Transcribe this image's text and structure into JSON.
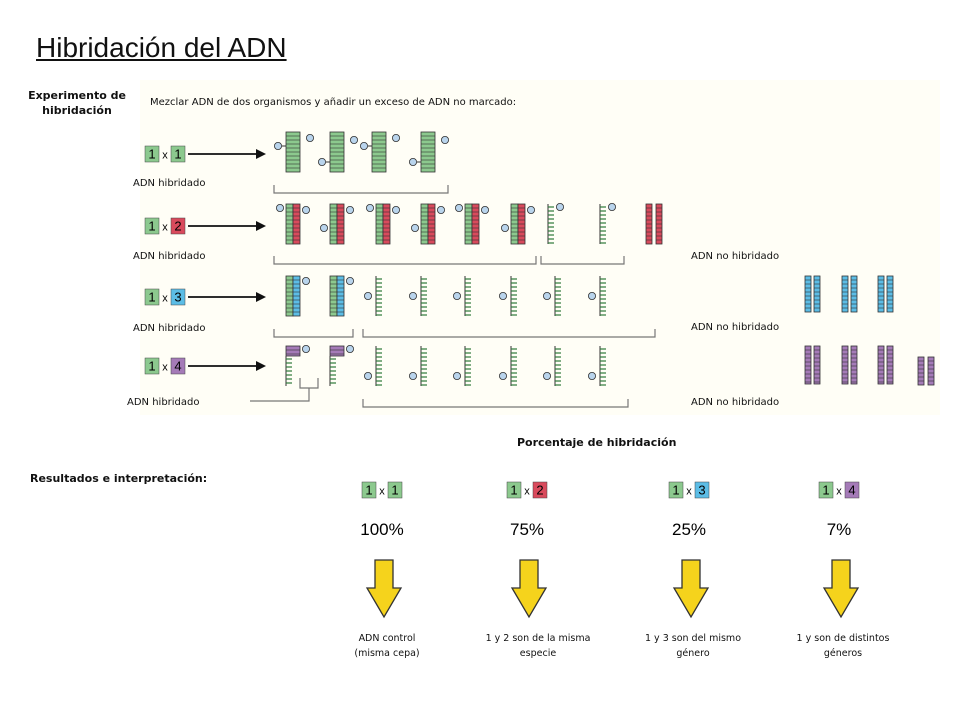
{
  "title": "Hibridación del ADN",
  "experiment": {
    "heading": "Experimento de hibridación",
    "mix_text": "Mezclar ADN de dos organismos  y añadir un exceso de ADN no marcado:",
    "rows": [
      {
        "left": "1",
        "right": "1",
        "right_color": "#8cc98e",
        "label_hybrid": "ADN hibridado",
        "label_unhybrid": ""
      },
      {
        "left": "1",
        "right": "2",
        "right_color": "#d94a5c",
        "label_hybrid": "ADN hibridado",
        "label_unhybrid": "ADN no hibridado"
      },
      {
        "left": "1",
        "right": "3",
        "right_color": "#5cbde6",
        "label_hybrid": "ADN hibridado",
        "label_unhybrid": "ADN no hibridado"
      },
      {
        "left": "1",
        "right": "4",
        "right_color": "#a57bb8",
        "label_hybrid": "ADN hibridado",
        "label_unhybrid": "ADN no hibridado"
      }
    ]
  },
  "results": {
    "heading": "Resultados e interpretación:",
    "percent_heading": "Porcentaje de hibridación",
    "items": [
      {
        "left": "1",
        "right": "1",
        "right_color": "#8cc98e",
        "percent": "100%",
        "caption_line1": "ADN control",
        "caption_line2": "(misma  cepa)"
      },
      {
        "left": "1",
        "right": "2",
        "right_color": "#d94a5c",
        "percent": "75%",
        "caption_line1": "1 y 2 son de la misma",
        "caption_line2": "especie"
      },
      {
        "left": "1",
        "right": "3",
        "right_color": "#5cbde6",
        "percent": "25%",
        "caption_line1": "1 y 3  son del mismo",
        "caption_line2": "género"
      },
      {
        "left": "1",
        "right": "4",
        "right_color": "#a57bb8",
        "percent": "7%",
        "caption_line1": "1 y  son de distintos",
        "caption_line2": "géneros"
      }
    ]
  },
  "colors": {
    "green": "#8cc98e",
    "arrow_yellow": "#f5d31c",
    "panel_bg": "#fffef6",
    "phosphate": "#b9d4ec"
  }
}
